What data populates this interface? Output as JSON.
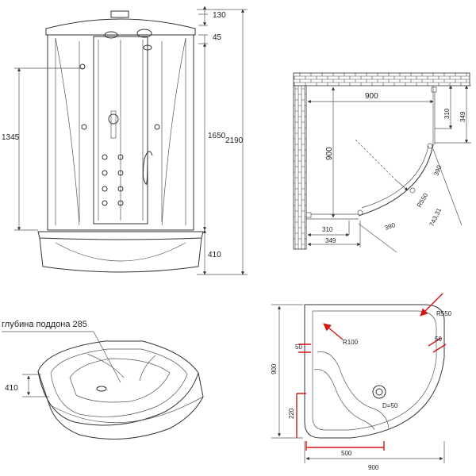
{
  "cabin": {
    "dims": {
      "top": "130",
      "roof": "45",
      "left_height": "1345",
      "inner_height": "1650",
      "total_height": "2190",
      "tray_height": "410"
    }
  },
  "plan": {
    "dims": {
      "width_top": "900",
      "height_left": "900",
      "right_310": "310",
      "right_349": "349",
      "bottom_310": "310",
      "bottom_349": "349",
      "diag_390a": "390",
      "diag_390b": "390",
      "radius": "R550",
      "diag_743": "743,31"
    }
  },
  "tray_persp": {
    "caption": "глубина поддона 285",
    "height": "410"
  },
  "tray_plan": {
    "radius_large": "R550",
    "radius_small": "R100",
    "left_50": "50",
    "right_50": "50",
    "height_900": "900",
    "offset_220": "220",
    "width_500": "500",
    "width_900": "900",
    "drain": "D=50"
  },
  "colors": {
    "line": "#333333",
    "accent": "#d41515"
  }
}
